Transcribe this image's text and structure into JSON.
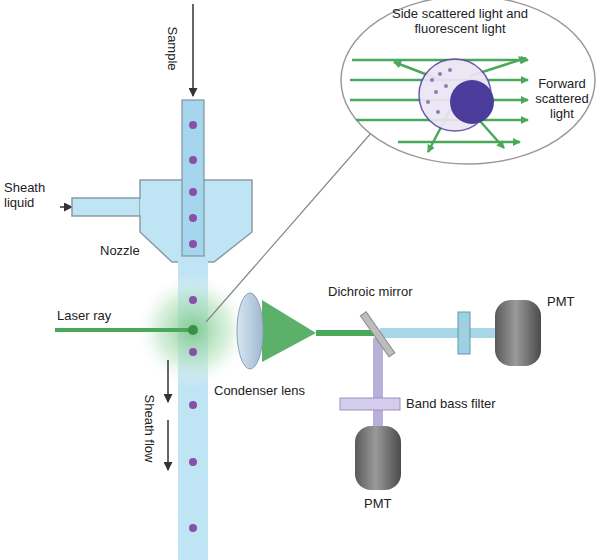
{
  "diagram": {
    "labels": [
      "Sample",
      "Sheath liquid",
      "Nozzle",
      "Laser ray",
      "Condenser lens",
      "Dichroic mirror",
      "PMT",
      "Band bass filter",
      "PMT",
      "Sheath flow",
      "Side scattered light and fluorescent light",
      "Forward scattered light"
    ]
  }
}
